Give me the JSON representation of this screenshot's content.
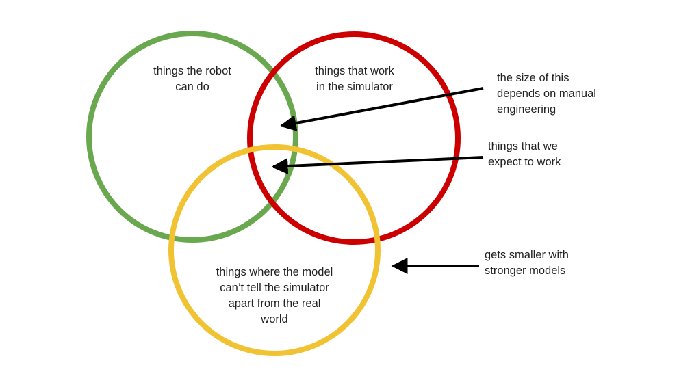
{
  "circles": {
    "robot": {
      "label": "things the robot\ncan do",
      "color": "#6aa84f"
    },
    "simulator": {
      "label": "things that work\nin the simulator",
      "color": "#cc0000"
    },
    "model": {
      "label": "things where the model\ncan’t tell the simulator\napart from the real\nworld",
      "color": "#f1c232"
    }
  },
  "annotations": {
    "manual_engineering": "the size of this\ndepends on manual\nengineering",
    "expect_to_work": "things that we\nexpect to work",
    "stronger_models": "gets smaller with\nstronger models"
  },
  "arrow_color": "#000000"
}
